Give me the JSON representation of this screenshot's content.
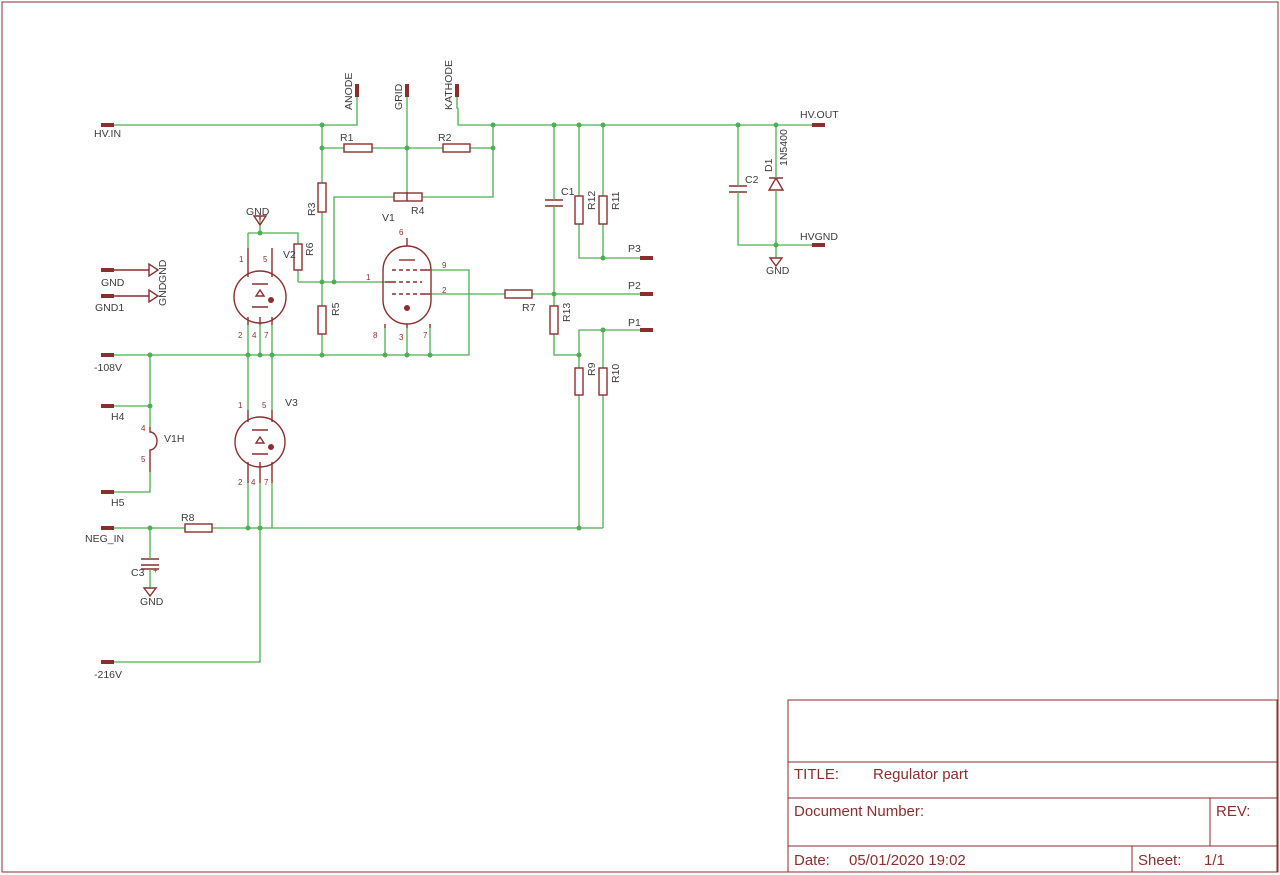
{
  "title_block": {
    "title_label": "TITLE:",
    "title_value": "Regulator part",
    "docnum_label": "Document Number:",
    "rev_label": "REV:",
    "date_label": "Date:",
    "date_value": "05/01/2020 19:02",
    "sheet_label": "Sheet:",
    "sheet_value": "1/1"
  },
  "nets": {
    "hv_in": "HV.IN",
    "hv_out": "HV.OUT",
    "hvgnd": "HVGND",
    "anode": "ANODE",
    "grid": "GRID",
    "kathode": "KATHODE",
    "gnd": "GND",
    "gnd1": "GND1",
    "v108": "-108V",
    "h4": "H4",
    "h5": "H5",
    "neg_in": "NEG_IN",
    "v216": "-216V",
    "p1": "P1",
    "p2": "P2",
    "p3": "P3",
    "gnd_symbol": "GND"
  },
  "parts": {
    "r1": "R1",
    "r2": "R2",
    "r3": "R3",
    "r4": "R4",
    "r5": "R5",
    "r6": "R6",
    "r7": "R7",
    "r8": "R8",
    "r9": "R9",
    "r10": "R10",
    "r11": "R11",
    "r12": "R12",
    "r13": "R13",
    "c1": "C1",
    "c2": "C2",
    "c3": "C3",
    "d1": "D1",
    "d1_value": "1N5400",
    "v1": "V1",
    "v2": "V2",
    "v3": "V3",
    "v1h": "V1H"
  },
  "pin_numbers": {
    "p1": "1",
    "p2": "2",
    "p3": "3",
    "p4": "4",
    "p5": "5",
    "p6": "6",
    "p7": "7",
    "p8": "8",
    "p9": "9"
  }
}
